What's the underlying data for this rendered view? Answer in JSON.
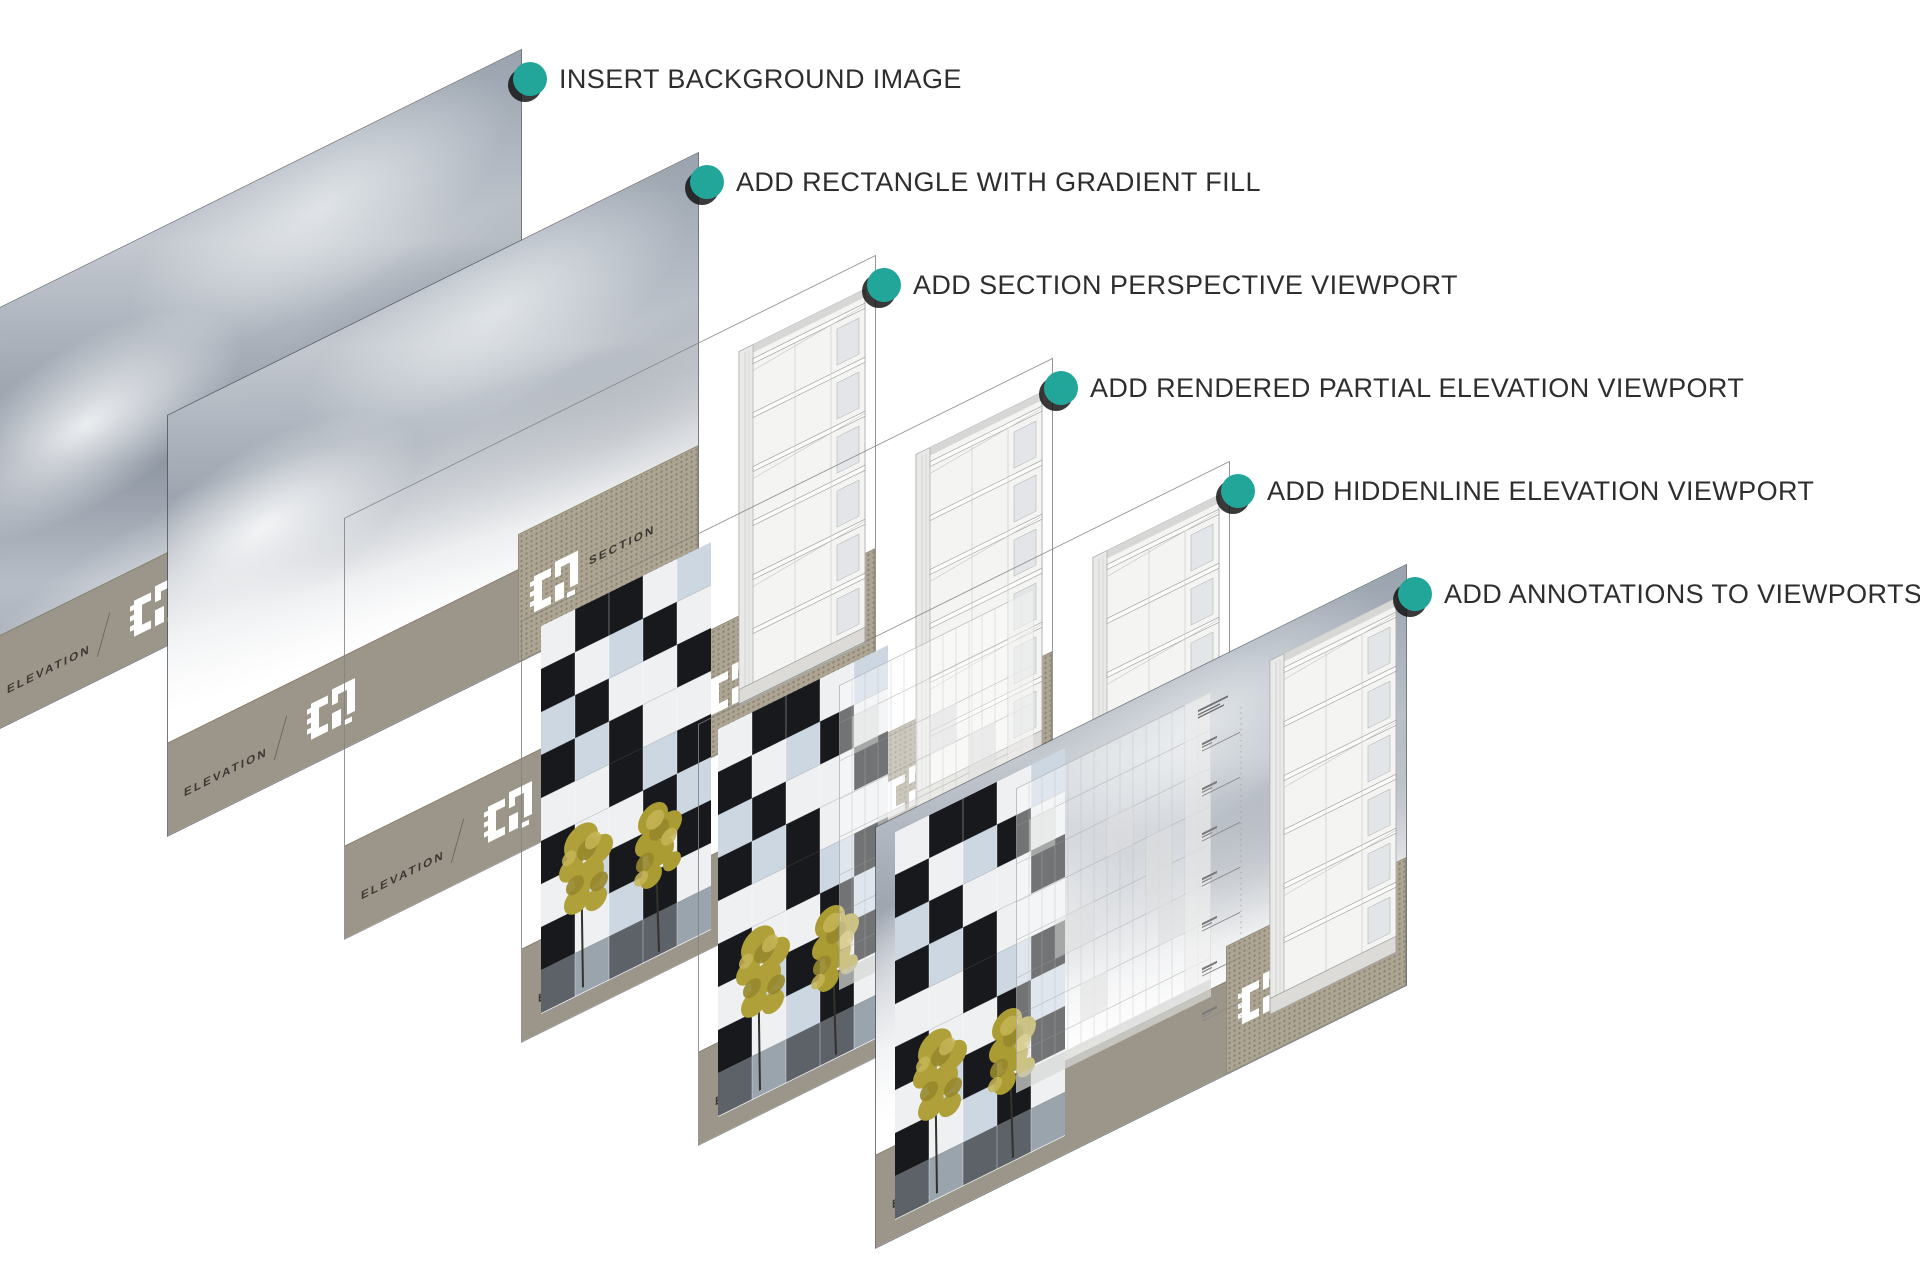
{
  "steps": [
    {
      "label": "INSERT BACKGROUND IMAGE"
    },
    {
      "label": "ADD RECTANGLE WITH GRADIENT FILL"
    },
    {
      "label": "ADD SECTION PERSPECTIVE VIEWPORT"
    },
    {
      "label": "ADD RENDERED PARTIAL ELEVATION VIEWPORT"
    },
    {
      "label": "ADD HIDDENLINE ELEVATION VIEWPORT"
    },
    {
      "label": "ADD ANNOTATIONS TO VIEWPORTS"
    }
  ],
  "sheet_footer": {
    "left_label": "ELEVATION",
    "right_label": "SECTION"
  },
  "colors": {
    "accent": "#23a69a",
    "step_label_text": "#2e2e2e",
    "band": "#9c9589",
    "band_dotted": "#ada593",
    "sky_mid": "#aab1bb",
    "sky_dark": "#8e96a2",
    "tree_yellow": "#b0a039"
  },
  "icons": {
    "step_marker": "teal-dot",
    "sheet_logo": "floor-plan-logo"
  },
  "facade": {
    "palette": {
      "K": "#17191c",
      "W": "#eef0f2",
      "B": "#ccd7e2",
      "G": "#5d6269",
      "M": "#9aa4ad"
    },
    "rows": [
      "WKKWB",
      "KWBKW",
      "BKWWK",
      "KBKWW",
      "WWKBK",
      "KWWKB",
      "WBKWK",
      "KWBKW",
      "GMGGM"
    ]
  }
}
